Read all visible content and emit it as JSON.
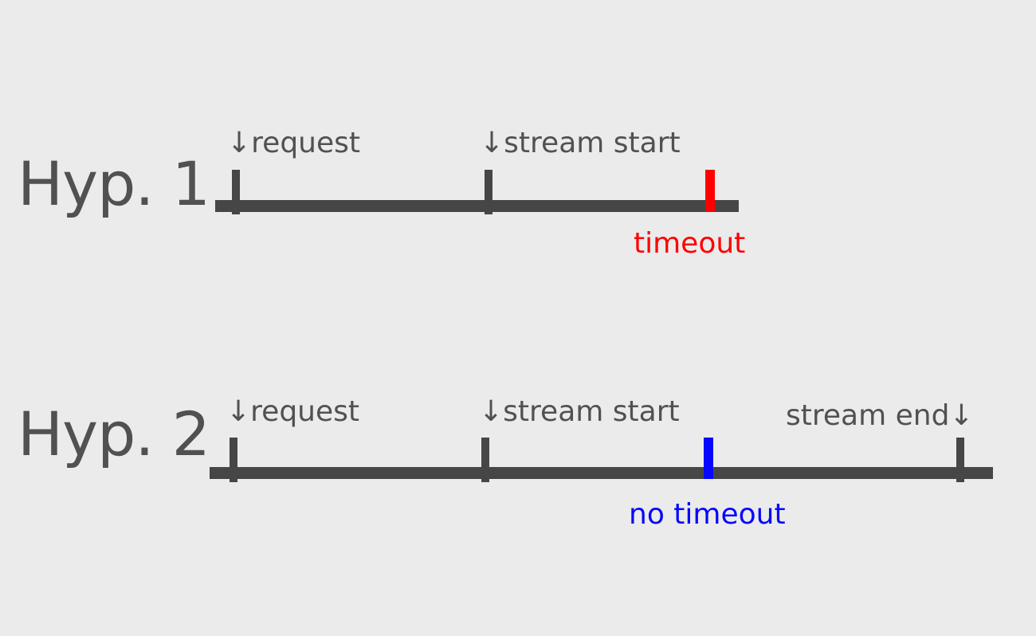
{
  "diagram": {
    "description": "Two timeline hypotheses comparing streaming request timeout behavior",
    "background": "#ebebeb",
    "colors": {
      "line": "#464646",
      "text": "#515151",
      "timeout": "#ff0000",
      "no_timeout": "#0707ff"
    },
    "timelines": [
      {
        "title": "Hyp. 1",
        "events": [
          {
            "name": "request",
            "label": "↓request"
          },
          {
            "name": "stream-start",
            "label": "↓stream start"
          },
          {
            "name": "timeout",
            "label": "timeout",
            "highlight": "#ff0000"
          }
        ]
      },
      {
        "title": "Hyp. 2",
        "events": [
          {
            "name": "request",
            "label": "↓request"
          },
          {
            "name": "stream-start",
            "label": "↓stream start"
          },
          {
            "name": "no-timeout",
            "label": "no timeout",
            "highlight": "#0707ff"
          },
          {
            "name": "stream-end",
            "label": "stream end↓"
          }
        ]
      }
    ]
  }
}
